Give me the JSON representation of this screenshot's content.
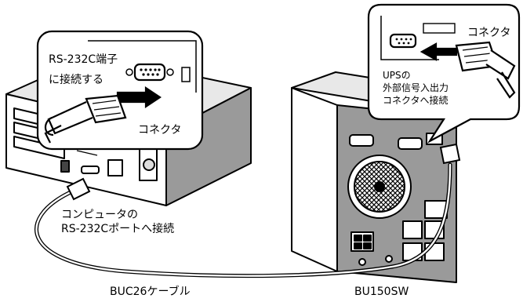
{
  "labels": {
    "pc_port_line1": "RS-232C端子",
    "pc_port_line2": "に接続する",
    "pc_connector": "コネクタ",
    "ups_connector": "コネクタ",
    "ups_line1": "UPSの",
    "ups_line2": "外部信号入出力",
    "ups_line3": "コネクタへ接続",
    "computer_line1": "コンピュータの",
    "computer_line2": "RS-232Cポートへ接続",
    "cable_name": "BUC26ケーブル",
    "ups_model": "BU150SW"
  }
}
